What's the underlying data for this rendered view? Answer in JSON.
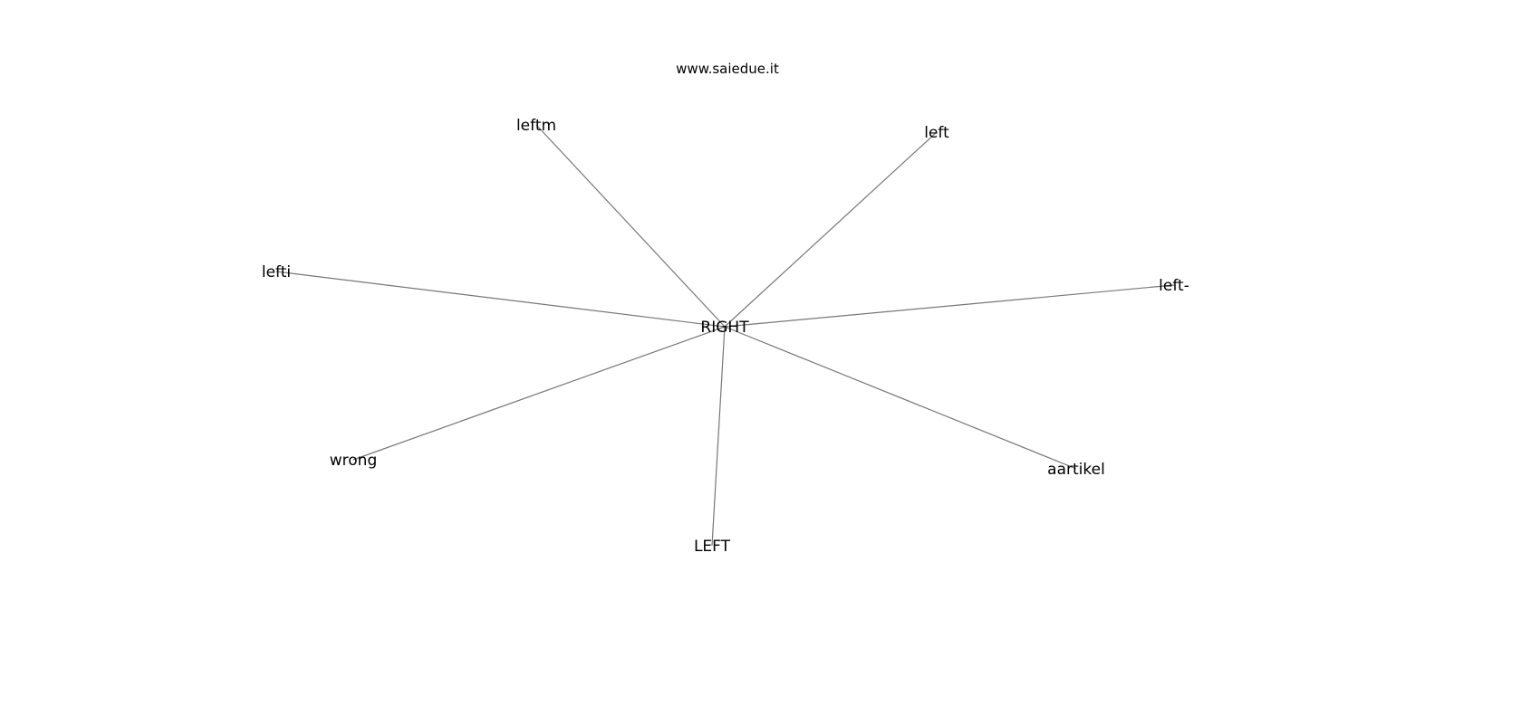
{
  "title": "www.saiedue.it",
  "nodes": [
    {
      "id": "RIGHT",
      "label": "RIGHT"
    },
    {
      "id": "leftm",
      "label": "leftm"
    },
    {
      "id": "left",
      "label": "left"
    },
    {
      "id": "lefti",
      "label": "lefti"
    },
    {
      "id": "left-",
      "label": "left-"
    },
    {
      "id": "wrong",
      "label": "wrong"
    },
    {
      "id": "LEFT",
      "label": "LEFT"
    },
    {
      "id": "aartikel",
      "label": "aartikel"
    }
  ],
  "edges": [
    [
      "RIGHT",
      "leftm"
    ],
    [
      "RIGHT",
      "left"
    ],
    [
      "RIGHT",
      "lefti"
    ],
    [
      "RIGHT",
      "left-"
    ],
    [
      "RIGHT",
      "wrong"
    ],
    [
      "RIGHT",
      "LEFT"
    ],
    [
      "RIGHT",
      "aartikel"
    ]
  ],
  "colors": {
    "edge": "#777777",
    "text": "#000000",
    "background": "#ffffff"
  }
}
